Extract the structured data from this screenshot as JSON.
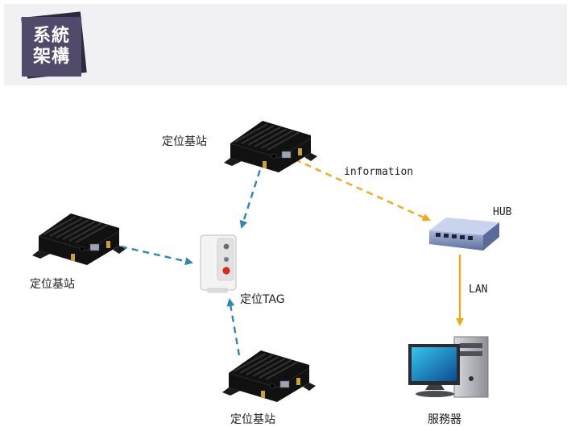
{
  "header": {
    "title_line1": "系統",
    "title_line2": "架構"
  },
  "nodes": {
    "station_top": "定位基站",
    "station_left": "定位基站",
    "station_bottom": "定位基站",
    "tag": "定位TAG",
    "hub": "HUB",
    "server": "服務器"
  },
  "edges": {
    "information": "information",
    "lan": "LAN"
  },
  "colors": {
    "header_band": "#f1f1f3",
    "badge": "#514a6a",
    "badge_shadow": "#2d2a40",
    "blue_arrow": "#2f86b3",
    "orange_arrow": "#f0a820"
  }
}
